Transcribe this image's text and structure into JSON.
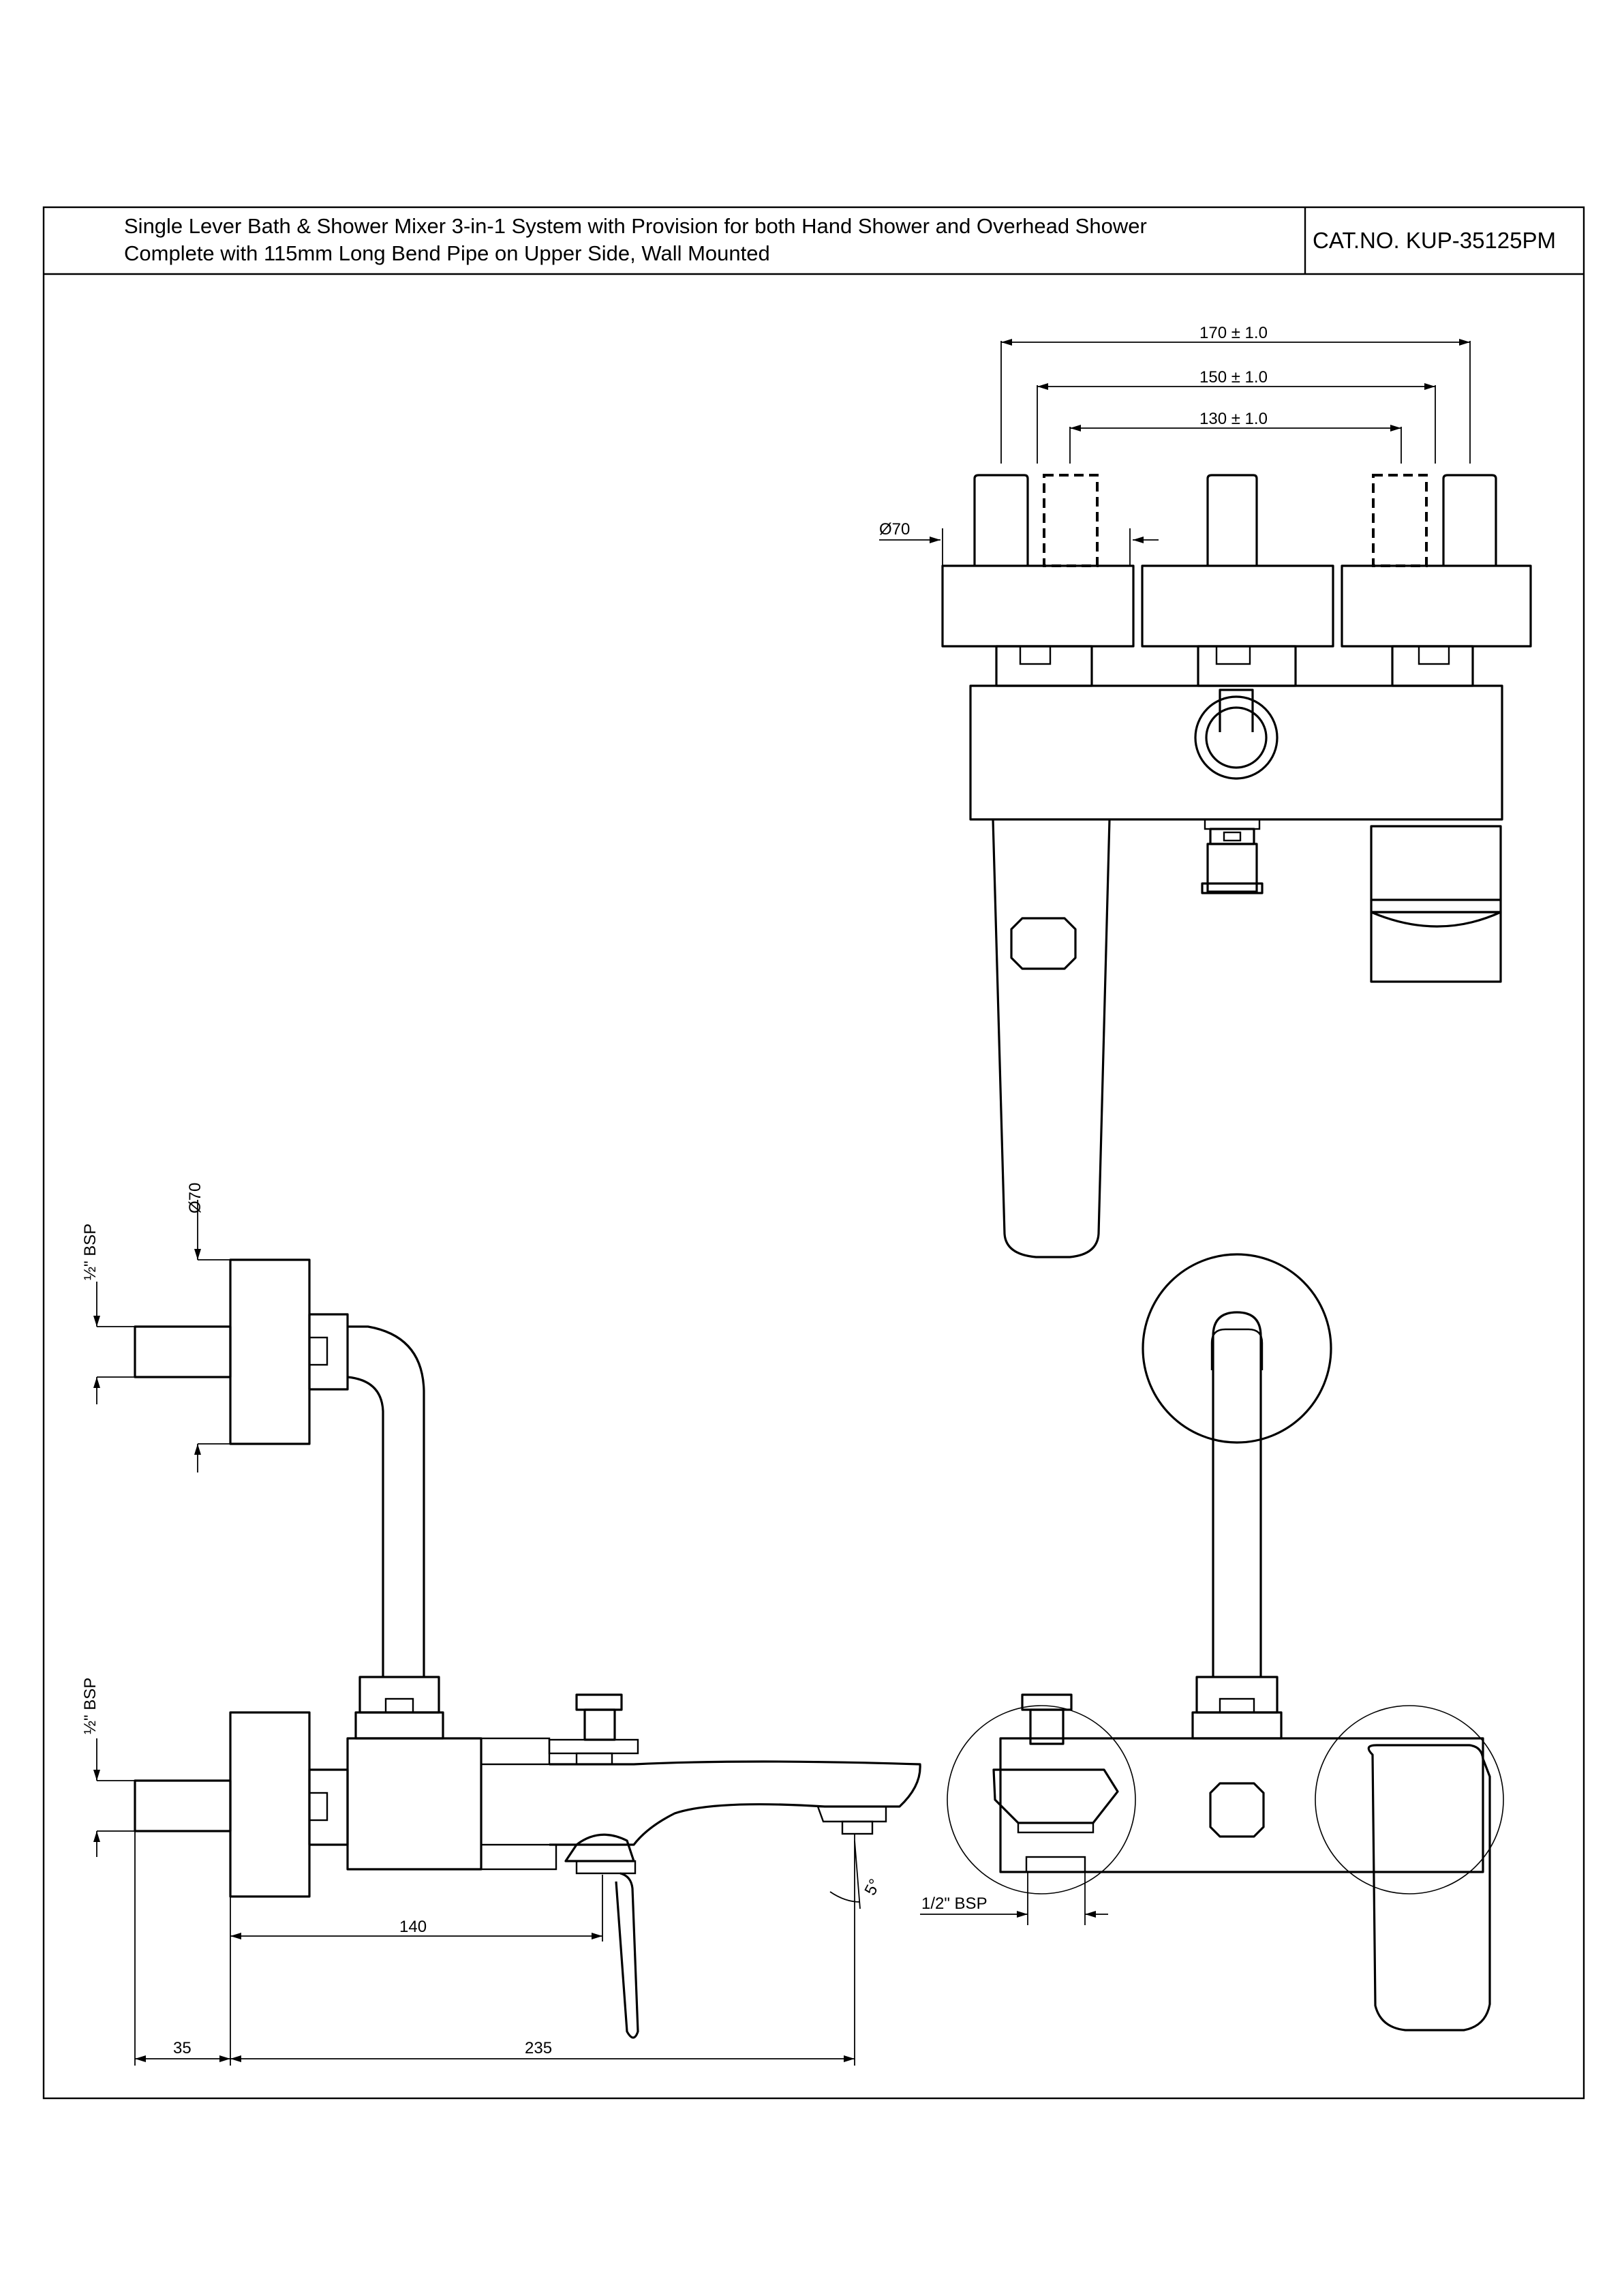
{
  "title_block": {
    "description_line1": "Single Lever Bath & Shower Mixer 3-in-1 System with Provision for both Hand Shower and Overhead Shower",
    "description_line2": "Complete with 115mm Long Bend Pipe on Upper Side, Wall Mounted",
    "catalog_number": "CAT.NO. KUP-35125PM"
  },
  "dimensions": {
    "width_170": "170 ± 1.0",
    "width_150": "150 ± 1.0",
    "width_130": "130 ± 1.0",
    "flange_dia_top": "Ø70",
    "flange_dia_side": "Ø70",
    "bsp_upper": "½\" BSP",
    "bsp_lower": "½\" BSP",
    "bsp_right": "1/2\" BSP",
    "len_140": "140",
    "len_35": "35",
    "len_235": "235",
    "angle": "5°"
  }
}
